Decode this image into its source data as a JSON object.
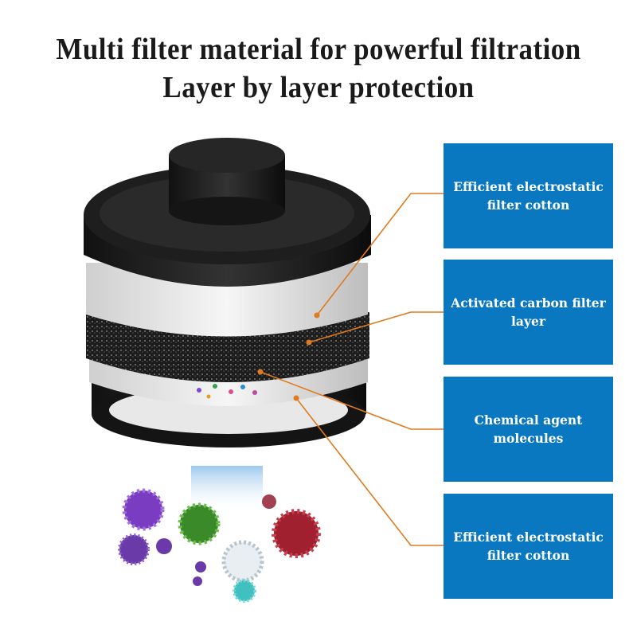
{
  "header": {
    "title_line1": "Multi filter material for powerful filtration",
    "title_line2": "Layer by layer protection"
  },
  "labels": [
    {
      "text": "Efficient electrostatic filter cotton"
    },
    {
      "text": "Activated carbon filter layer"
    },
    {
      "text": "Chemical agent molecules"
    },
    {
      "text": "Efficient electrostatic filter cotton"
    }
  ],
  "colors": {
    "label_box": "#0a78c0",
    "leader_line": "#e07a1f",
    "title": "#1a1a1a"
  }
}
